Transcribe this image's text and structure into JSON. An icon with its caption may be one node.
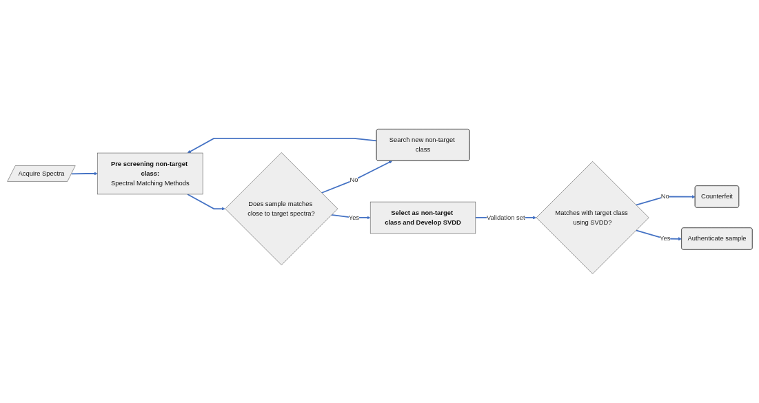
{
  "diagram": {
    "nodes": [
      {
        "text": [
          "Acquire Spectra"
        ]
      },
      {
        "text": [
          "Pre screening non-target class:",
          "Spectral Matching Methods"
        ]
      },
      {
        "text": [
          "Does sample matches close to target spectra?"
        ]
      },
      {
        "text": [
          "Search new non-target class"
        ]
      },
      {
        "text": [
          "Select as non-target class and Develop SVDD"
        ]
      },
      {
        "text": [
          "Matches with target class using SVDD?"
        ]
      },
      {
        "text": [
          "Counterfeit"
        ]
      },
      {
        "text": [
          "Authenticate sample"
        ]
      }
    ],
    "edges": [
      {
        "from": 0,
        "to": 1,
        "arrow": "to"
      },
      {
        "from": 1,
        "to": 2,
        "arrow": "to"
      },
      {
        "from": 2,
        "to": 3,
        "arrow": "to",
        "label": "No"
      },
      {
        "from": 3,
        "to": 1,
        "arrow": "to"
      },
      {
        "from": 2,
        "to": 4,
        "arrow": "to",
        "label": "Yes"
      },
      {
        "from": 4,
        "to": 5,
        "arrow": "to",
        "label": "Validation set"
      },
      {
        "from": 5,
        "to": 6,
        "arrow": "to",
        "label": "No"
      },
      {
        "from": 5,
        "to": 7,
        "arrow": "to",
        "label": "Yes"
      }
    ]
  }
}
